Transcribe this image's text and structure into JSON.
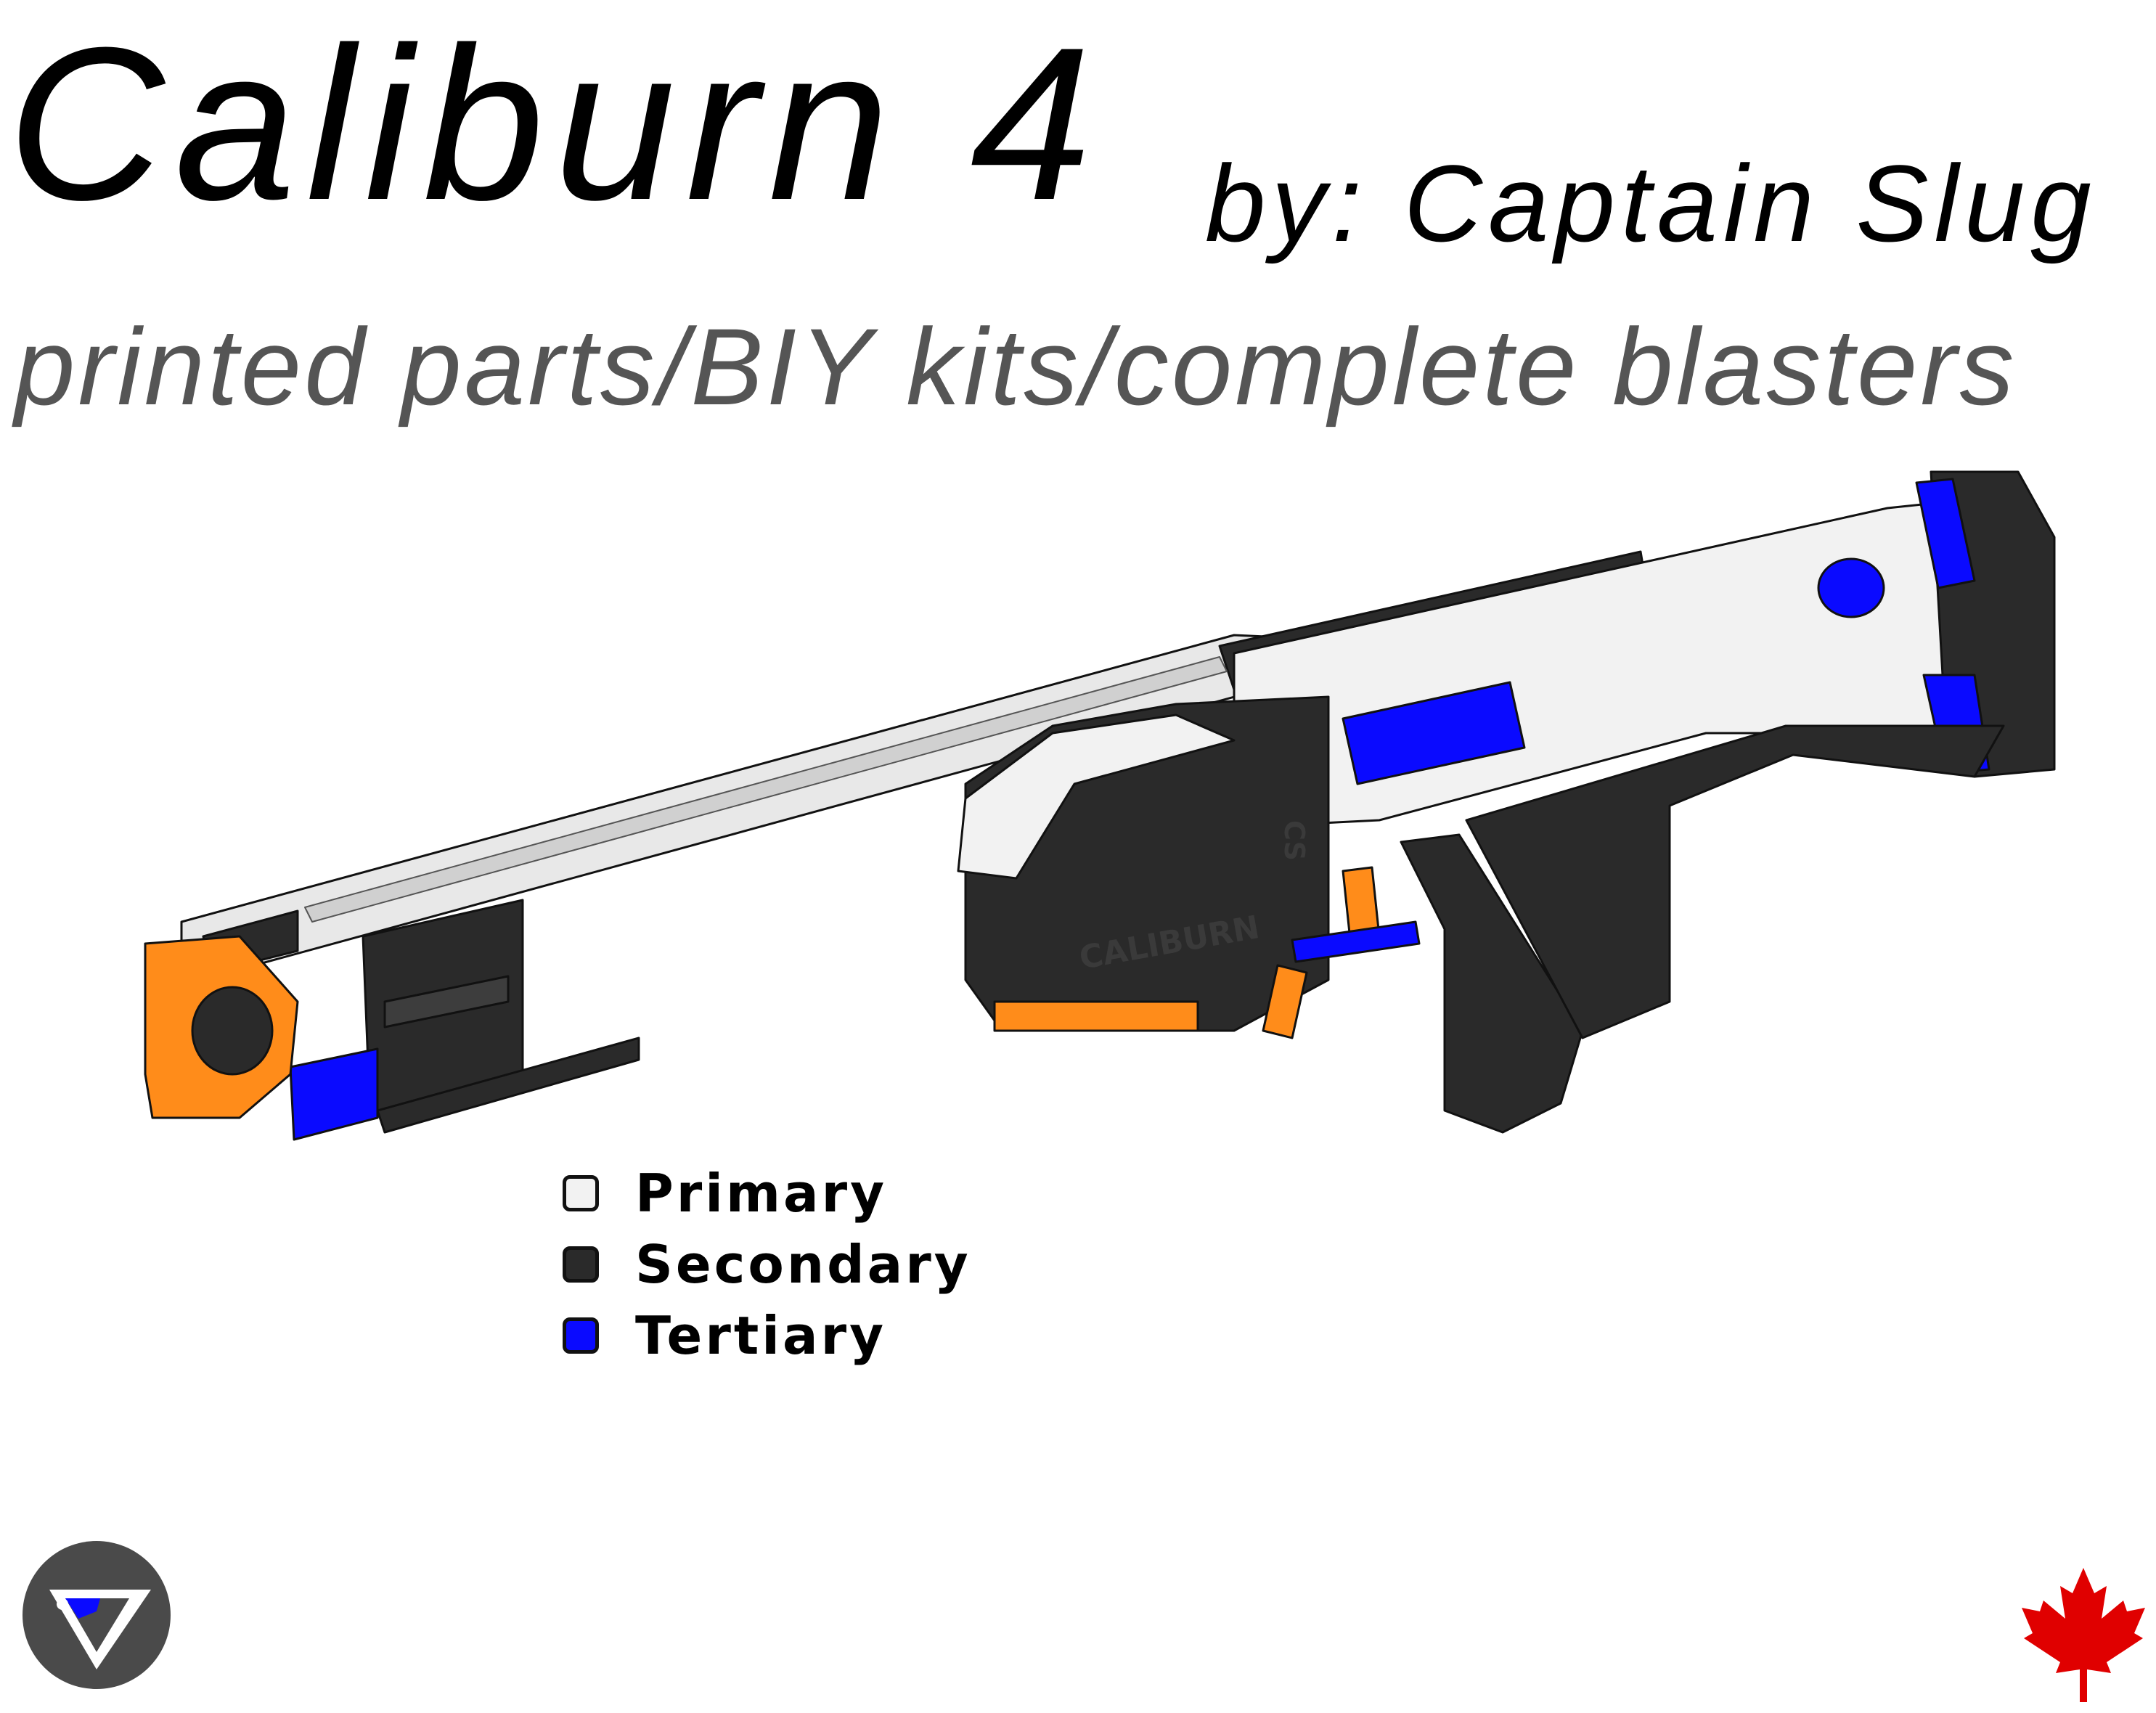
{
  "header": {
    "title": "Caliburn 4",
    "byline": "by: Captain Slug",
    "tagline": "printed parts/BIY kits/complete blasters"
  },
  "render": {
    "stamp_caliburn": "CALIBURN",
    "stamp_cs": "CS"
  },
  "legend": {
    "items": [
      {
        "label": "Primary",
        "color": "#f2f2f2"
      },
      {
        "label": "Secondary",
        "color": "#2a2a2a"
      },
      {
        "label": "Tertiary",
        "color": "#0a0aff"
      }
    ]
  },
  "colors": {
    "primary": "#f2f2f2",
    "secondary": "#2a2a2a",
    "tertiary": "#0a0aff",
    "accent": "#ff8c1a",
    "tagline": "#555555",
    "logo_bg": "#4a4a4a",
    "maple": "#e00000"
  },
  "icons": {
    "logo": "captain-slug-logo-icon",
    "flag": "maple-leaf-icon"
  }
}
